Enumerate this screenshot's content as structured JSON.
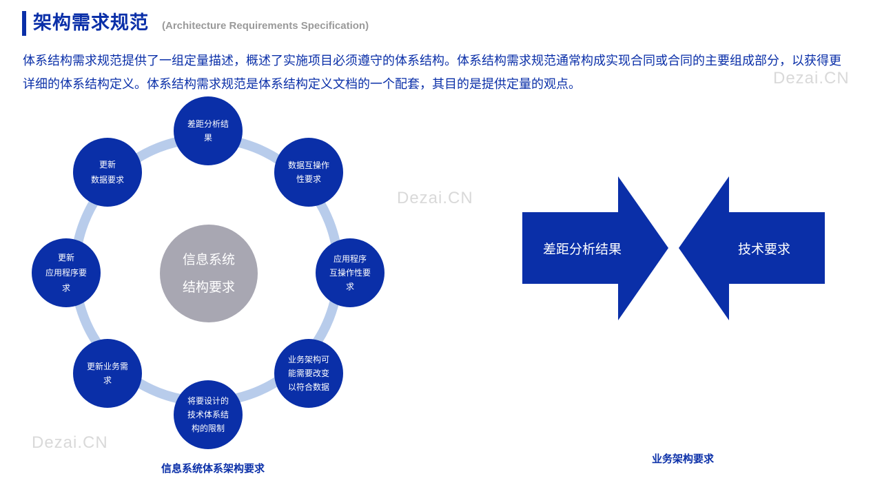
{
  "header": {
    "title": "架构需求规范",
    "subtitle": "(Architecture Requirements Specification)"
  },
  "description": "体系结构需求规范提供了一组定量描述，概述了实施项目必须遵守的体系结构。体系结构需求规范通常构成实现合同或合同的主要组成部分，以获得更详细的体系结构定义。体系结构需求规范是体系结构定义文档的一个配套，其目的是提供定量的观点。",
  "watermark": "Dezai.CN",
  "cycle": {
    "center": "信息系统\n结构要求",
    "nodes": [
      "差距分析结\n果",
      "数据互操作\n性要求",
      "应用程序\n互操作性要\n求",
      "业务架构可\n能需要改变\n以符合数据",
      "将要设计的\n技术体系结\n构的限制",
      "更新业务需\n求",
      "更新\n应用程序要\n求",
      "更新\n数据要求"
    ],
    "caption": "信息系统体系架构要求"
  },
  "arrows": {
    "left_label": "差距分析结果",
    "right_label": "技术要求",
    "caption": "业务架构要求"
  },
  "colors": {
    "primary": "#0a2fa8",
    "ring": "#b8cceb",
    "center": "#a8a7b2"
  }
}
